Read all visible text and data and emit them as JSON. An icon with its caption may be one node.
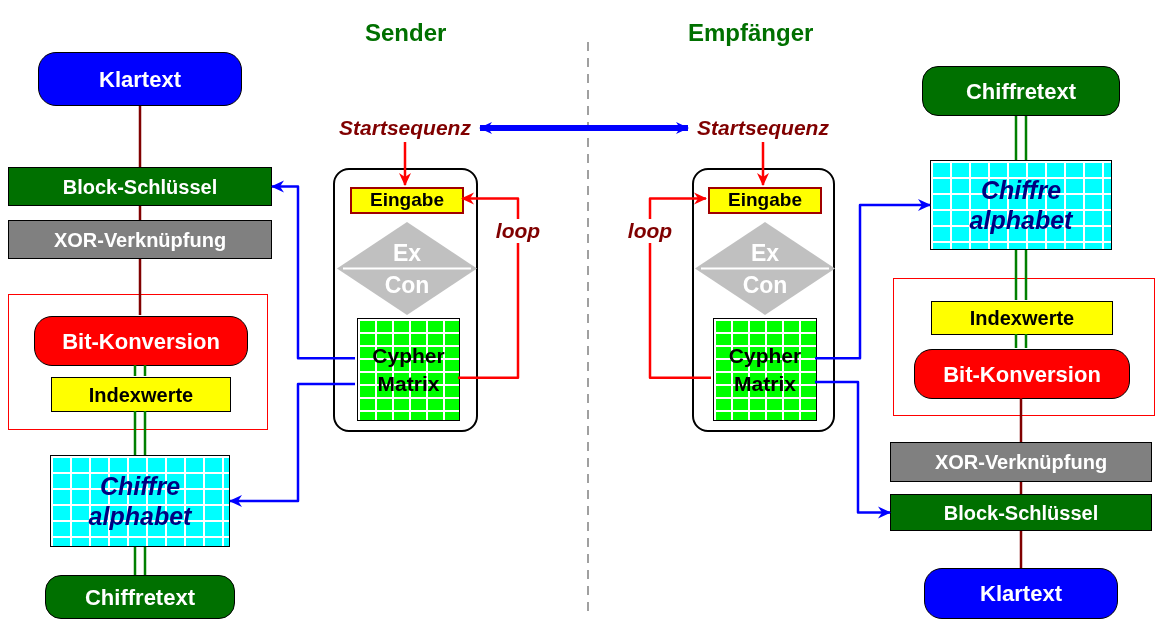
{
  "diagram": {
    "nodes": [
      {
        "text": [
          "Klartext"
        ]
      },
      {
        "text": [
          "Block-Schlüssel"
        ]
      },
      {
        "text": [
          "XOR-Verknüpfung"
        ]
      },
      {
        "text": [],
        "shape": "box"
      },
      {
        "text": [
          "Bit-Konversion"
        ],
        "in": 3
      },
      {
        "text": [
          "Indexwerte"
        ],
        "in": 3
      },
      {
        "text": [
          "Chiffre alphabet"
        ]
      },
      {
        "text": [
          "Chiffretext"
        ]
      },
      {
        "text": [
          "Startsequenz"
        ]
      },
      {
        "text": [],
        "shape": "box"
      },
      {
        "text": [
          "Eingabe"
        ],
        "in": 9
      },
      {
        "text": [
          "Ex",
          "Con"
        ],
        "in": 9
      },
      {
        "text": [
          "Cypher Matrix"
        ],
        "in": 9
      },
      {
        "text": [
          "Startsequenz"
        ]
      },
      {
        "text": [],
        "shape": "box"
      },
      {
        "text": [
          "Eingabe"
        ],
        "in": 14
      },
      {
        "text": [
          "Ex",
          "Con"
        ],
        "in": 14
      },
      {
        "text": [
          "Cypher Matrix"
        ],
        "in": 14
      },
      {
        "text": [
          "Chiffretext"
        ]
      },
      {
        "text": [
          "Chiffre alphabet"
        ]
      },
      {
        "text": [],
        "shape": "box"
      },
      {
        "text": [
          "Indexwerte"
        ],
        "in": 20
      },
      {
        "text": [
          "Bit-Konversion"
        ],
        "in": 20
      },
      {
        "text": [
          "XOR-Verknüpfung"
        ]
      },
      {
        "text": [
          "Block-Schlüssel"
        ]
      },
      {
        "text": [
          "Klartext"
        ]
      }
    ],
    "edges": [
      {
        "from": 0,
        "to": 1,
        "arrow": "none",
        "color": "#800000"
      },
      {
        "from": 1,
        "to": 2,
        "arrow": "none",
        "color": "#800000"
      },
      {
        "from": 2,
        "to": 4,
        "arrow": "none",
        "color": "#800000"
      },
      {
        "from": 4,
        "to": 5,
        "arrow": "none",
        "color": "#008000"
      },
      {
        "from": 5,
        "to": 6,
        "arrow": "none",
        "color": "#008000"
      },
      {
        "from": 6,
        "to": 7,
        "arrow": "none",
        "color": "#008000"
      },
      {
        "from": 8,
        "to": 10,
        "arrow": "to",
        "color": "#ff0000"
      },
      {
        "from": 12,
        "to": 10,
        "arrow": "to",
        "label": "loop",
        "color": "#ff0000"
      },
      {
        "from": 12,
        "to": 1,
        "arrow": "to",
        "color": "#0000ff"
      },
      {
        "from": 12,
        "to": 6,
        "arrow": "to",
        "color": "#0000ff"
      },
      {
        "from": 8,
        "to": 13,
        "arrow": "both",
        "style": "thick",
        "color": "#0000ff"
      },
      {
        "from": 13,
        "to": 15,
        "arrow": "to",
        "color": "#ff0000"
      },
      {
        "from": 17,
        "to": 15,
        "arrow": "to",
        "label": "loop",
        "color": "#ff0000"
      },
      {
        "from": 17,
        "to": 19,
        "arrow": "to",
        "color": "#0000ff"
      },
      {
        "from": 17,
        "to": 24,
        "arrow": "to",
        "color": "#0000ff"
      },
      {
        "from": 18,
        "to": 19,
        "arrow": "none",
        "color": "#008000"
      },
      {
        "from": 19,
        "to": 21,
        "arrow": "none",
        "color": "#008000"
      },
      {
        "from": 21,
        "to": 22,
        "arrow": "none",
        "color": "#008000"
      },
      {
        "from": 22,
        "to": 23,
        "arrow": "none",
        "color": "#800000"
      },
      {
        "from": 23,
        "to": 24,
        "arrow": "none",
        "color": "#800000"
      },
      {
        "from": 24,
        "to": 25,
        "arrow": "none",
        "color": "#800000"
      }
    ],
    "labels": [
      "Sender",
      "Empfänger"
    ]
  }
}
